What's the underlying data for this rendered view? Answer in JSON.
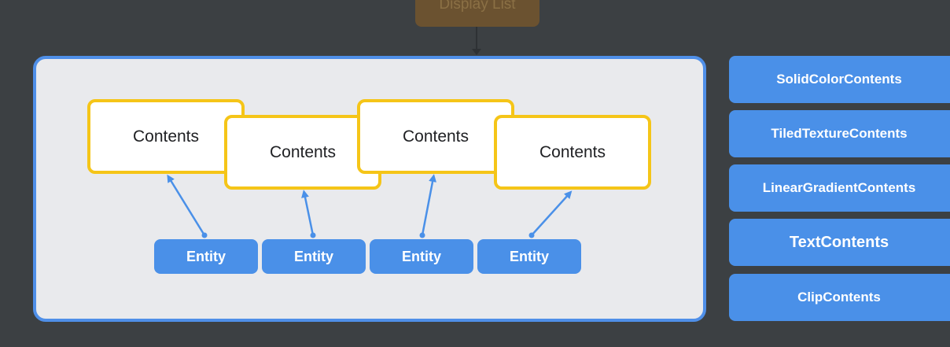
{
  "diagram": {
    "display_list_label": "Display List",
    "contents_boxes": [
      "Contents",
      "Contents",
      "Contents",
      "Contents"
    ],
    "entity_boxes": [
      "Entity",
      "Entity",
      "Entity",
      "Entity"
    ],
    "contents_types": [
      "SolidColorContents",
      "TiledTextureContents",
      "LinearGradientContents",
      "TextContents",
      "ClipContents"
    ]
  },
  "colors": {
    "background": "#3c4043",
    "panel_border": "#4f8fe8",
    "panel_fill": "#e9eaed",
    "contents_border": "#f5c518",
    "entity_fill": "#4a90e8",
    "display_list_fill": "#6b5230"
  }
}
